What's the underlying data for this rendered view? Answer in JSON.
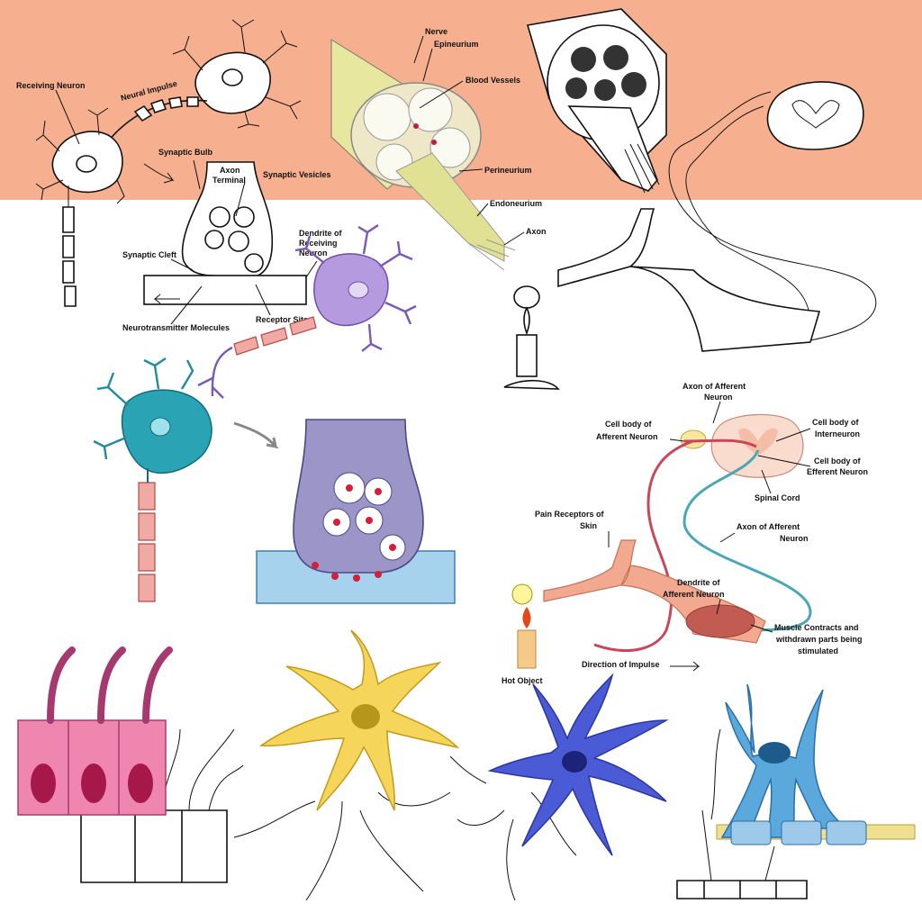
{
  "colors": {
    "top_band": "#f6b08f",
    "nerve_yellow": "#e8e7a0",
    "purple_neuron": "#b69ae0",
    "teal_neuron": "#2aa3b5",
    "myelin_pink": "#f1a9a3",
    "terminal_purple": "#9c96c8",
    "vesicle_red": "#d1213a",
    "membrane_blue": "#a7d2ee",
    "arm_skin": "#f2a98f",
    "afferent_red": "#c9475b",
    "efferent_teal": "#4aa8b4",
    "ependymal_pink": "#ee86b0",
    "astrocyte_yellow": "#f5d65a",
    "microglia_blue": "#4b5bd6",
    "oligo_blue": "#5aa8dc"
  },
  "labels": {
    "receiving_neuron": "Receiving Neuron",
    "neural_impulse": "Neural Impulse",
    "synaptic_bulb": "Synaptic Bulb",
    "axon_terminal_1": "Axon",
    "axon_terminal_2": "Terminal",
    "synaptic_vesicles": "Synaptic Vesicles",
    "dendrite_receiving_1": "Dendrite of",
    "dendrite_receiving_2": "Receiving",
    "dendrite_receiving_3": "Neuron",
    "synaptic_cleft": "Synaptic Cleft",
    "neurotransmitter_molecules": "Neurotransmitter Molecules",
    "receptor_sites": "Receptor Sites",
    "nerve": "Nerve",
    "epineurium": "Epineurium",
    "blood_vessels": "Blood Vessels",
    "perineurium": "Perineurium",
    "endoneurium": "Endoneurium",
    "axon": "Axon",
    "axon_afferent_top_1": "Axon of Afferent",
    "axon_afferent_top_2": "Neuron",
    "cell_body_afferent_1": "Cell body of",
    "cell_body_afferent_2": "Afferent Neuron",
    "cell_body_interneuron_1": "Cell body of",
    "cell_body_interneuron_2": "Interneuron",
    "cell_body_efferent_1": "Cell body of",
    "cell_body_efferent_2": "Efferent Neuron",
    "spinal_cord": "Spinal Cord",
    "pain_receptors_1": "Pain Receptors of",
    "pain_receptors_2": "Skin",
    "axon_afferent_mid_1": "Axon of Afferent",
    "axon_afferent_mid_2": "Neuron",
    "dendrite_afferent_1": "Dendrite of",
    "dendrite_afferent_2": "Afferent Neuron",
    "muscle_1": "Muscle Contracts and",
    "muscle_2": "withdrawn parts being",
    "muscle_3": "stimulated",
    "hot_object": "Hot Object",
    "direction_of_impulse": "Direction of Impulse"
  }
}
